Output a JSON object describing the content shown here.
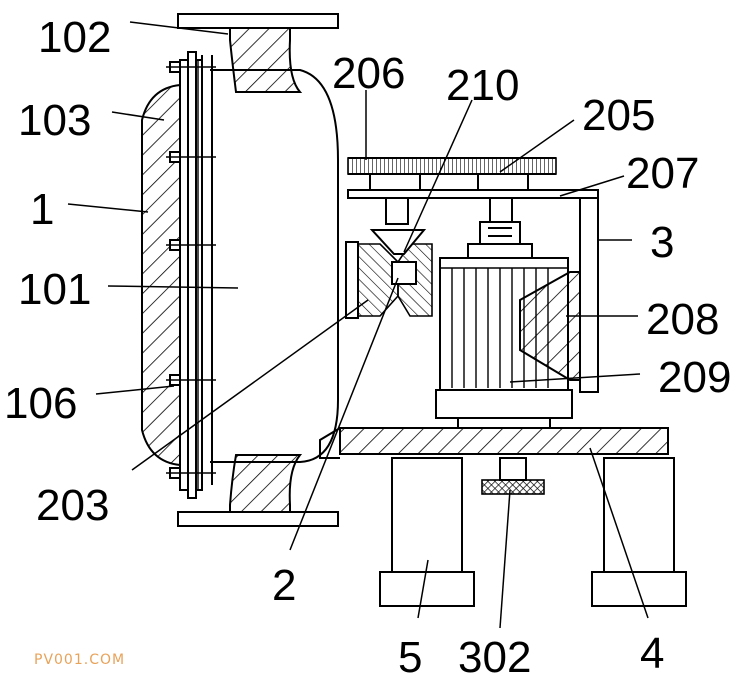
{
  "labels": {
    "l102": "102",
    "l103": "103",
    "l1": "1",
    "l101": "101",
    "l106": "106",
    "l203": "203",
    "l206": "206",
    "l210": "210",
    "l205": "205",
    "l207": "207",
    "l3": "3",
    "l208": "208",
    "l209": "209",
    "l2": "2",
    "l4": "4",
    "l302": "302",
    "l5": "5"
  },
  "watermark": "PV001.COM",
  "colors": {
    "line": "#000000",
    "background": "#ffffff",
    "watermark": "#e8a35a"
  }
}
